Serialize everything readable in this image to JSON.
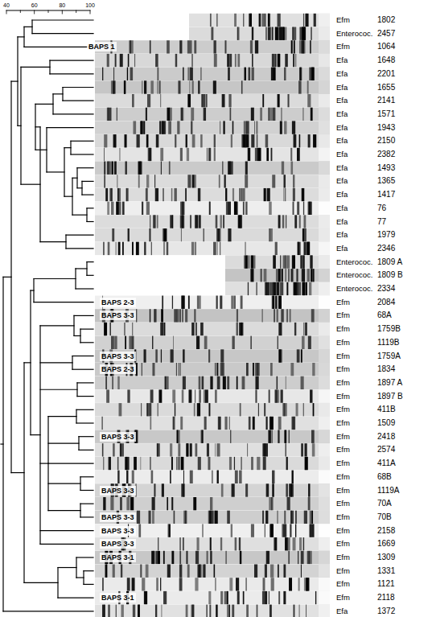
{
  "diagram": {
    "labels": [
      "40",
      "60",
      "80",
      "100",
      "Efm",
      "1802",
      "Enterococ.",
      "2457",
      "BAPS 1",
      "Efm",
      "1064",
      "Efa",
      "1648",
      "Efa",
      "2201",
      "Efa",
      "1655",
      "Efa",
      "2141",
      "Efa",
      "1571",
      "Efa",
      "1943",
      "Efa",
      "2150",
      "Efa",
      "2382",
      "Efa",
      "1493",
      "Efa",
      "1365",
      "Efa",
      "1417",
      "Efa",
      "76",
      "Efa",
      "77",
      "Efa",
      "1979",
      "Efa",
      "2346",
      "Enterococ.",
      "1809 A",
      "Enterococ.",
      "1809 B",
      "Enterococ.",
      "2334",
      "BAPS 2-3",
      "Efm",
      "2084",
      "BAPS 3-3",
      "Efm",
      "68A",
      "Efm",
      "1759B",
      "Efm",
      "1119B",
      "BAPS 3-3",
      "Efm",
      "1759A",
      "BAPS 2-3",
      "Efm",
      "1834",
      "Efm",
      "1897 A",
      "Efm",
      "1897 B",
      "Efm",
      "411B",
      "Efm",
      "1509",
      "BAPS 3-3",
      "Efm",
      "2418",
      "Efm",
      "2574",
      "Efm",
      "411A",
      "Efm",
      "68B",
      "BAPS 3-3",
      "Efm",
      "1119A",
      "Efm",
      "70A",
      "BAPS 3-3",
      "Efm",
      "70B",
      "BAPS 3-3",
      "Efm",
      "2158",
      "BAPS 3-3",
      "Efm",
      "1669",
      "BAPS 3-1",
      "Efm",
      "1309",
      "Efm",
      "1331",
      "Efm",
      "1121",
      "BAPS 3-1",
      "Efm",
      "2118",
      "Efa",
      "1372"
    ]
  }
}
